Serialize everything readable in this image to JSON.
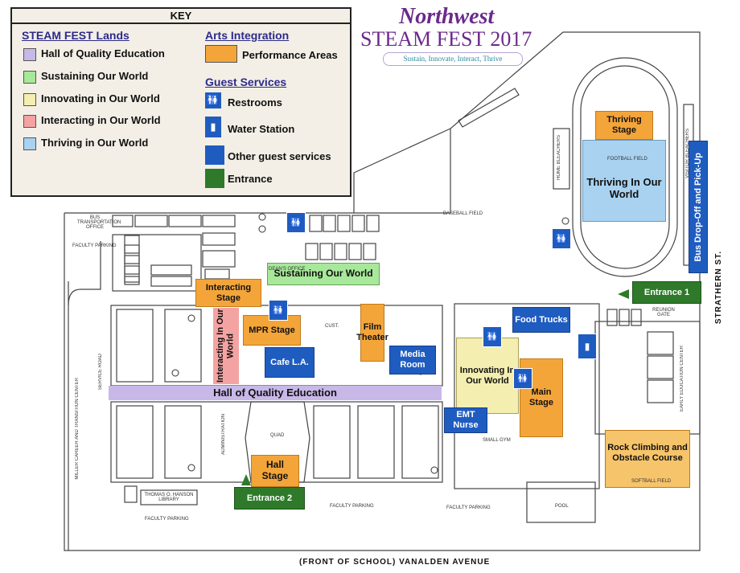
{
  "key": {
    "title": "KEY",
    "lands_heading": "STEAM FEST Lands",
    "lands": [
      {
        "label": "Hall of Quality Education",
        "color": "#c8b8e8"
      },
      {
        "label": "Sustaining Our World",
        "color": "#a8e89a"
      },
      {
        "label": "Innovating in Our World",
        "color": "#f4eeb0"
      },
      {
        "label": "Interacting in Our World",
        "color": "#f4a3a3"
      },
      {
        "label": "Thriving in Our World",
        "color": "#a8d2f0"
      }
    ],
    "arts_heading": "Arts Integration",
    "arts_item": {
      "label": "Performance Areas",
      "color": "#f4a53a"
    },
    "guest_heading": "Guest Services",
    "guest_items": [
      {
        "label": "Restrooms",
        "icon": "restroom-icon"
      },
      {
        "label": "Water Station",
        "icon": "water-bottle-icon"
      },
      {
        "label": "Other guest services",
        "color": "#1f5cc0"
      },
      {
        "label": "Entrance",
        "color": "#2e7a2a"
      }
    ]
  },
  "logo": {
    "line1": "Northwest",
    "line2": "STEAM FEST 2017",
    "tagline": "Sustain, Innovate, Interact, Thrive"
  },
  "lands_on_map": {
    "hall": "Hall of Quality Education",
    "sustaining": "Sustaining Our World",
    "interacting": "Interacting In Our World",
    "innovating": "Innovating In Our World",
    "thriving": "Thriving In Our World"
  },
  "performance": {
    "interacting_stage": "Interacting Stage",
    "mpr_stage": "MPR Stage",
    "film_theater": "Film Theater",
    "main_stage": "Main Stage",
    "hall_stage": "Hall Stage",
    "thriving_stage": "Thriving Stage",
    "rock_climbing": "Rock Climbing and Obstacle Course"
  },
  "services": {
    "cafe": "Cafe L.A.",
    "media_room": "Media Room",
    "food_trucks": "Food Trucks",
    "emt": "EMT Nurse",
    "bus": "Bus Drop-Off and Pick-Up"
  },
  "entrances": {
    "e1": "Entrance 1",
    "e2": "Entrance 2"
  },
  "small_labels": {
    "bus_office": "BUS TRANSPORTATION OFFICE",
    "faculty_parking": "FACULTY PARKING",
    "baseball": "BASEBALL FIELD",
    "football": "FOOTBALL FIELD",
    "softball": "SOFTBALL FIELD",
    "pool": "POOL",
    "quad": "QUAD",
    "library": "THOMAS O. HANSON LIBRARY",
    "admin": "ADMINISTRATION",
    "deans": "DEAN'S OFFICE",
    "cust": "CUST.",
    "reunion": "REUNION GATE",
    "early_ed": "EARLY EDUCATION CENTER",
    "small_gym": "SMALL GYM",
    "home_bleachers": "HOME BLEACHERS",
    "visitor_bleachers": "VISITOR BLEACHERS",
    "miller": "MILLER CAREER AND TRANSITION CENTER",
    "service_road": "SERVICE ROAD"
  },
  "streets": {
    "bottom": "(FRONT OF SCHOOL)  VANALDEN AVENUE",
    "right": "STRATHERN ST."
  }
}
